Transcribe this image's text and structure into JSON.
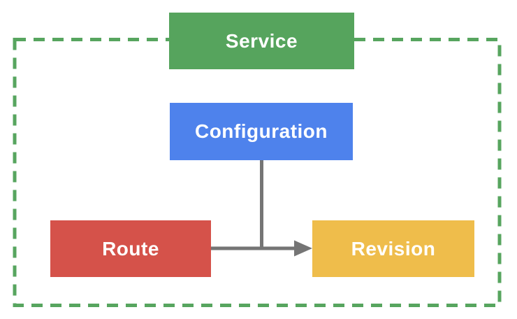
{
  "diagram": {
    "type": "flowchart",
    "description": "Service resource diagram with dashed boundary",
    "border_color": "#57A55F",
    "connector_color": "#757575",
    "text_color": "#FFFFFF",
    "nodes": [
      {
        "id": "service",
        "label": "Service",
        "color": "#56A45D"
      },
      {
        "id": "configuration",
        "label": "Configuration",
        "color": "#4E82EC"
      },
      {
        "id": "route",
        "label": "Route",
        "color": "#D5524A"
      },
      {
        "id": "revision",
        "label": "Revision",
        "color": "#EFBD4B"
      }
    ],
    "edges": [
      {
        "from": "configuration",
        "to": "revision",
        "style": "elbow-line"
      },
      {
        "from": "route",
        "to": "revision",
        "style": "arrow"
      }
    ]
  }
}
